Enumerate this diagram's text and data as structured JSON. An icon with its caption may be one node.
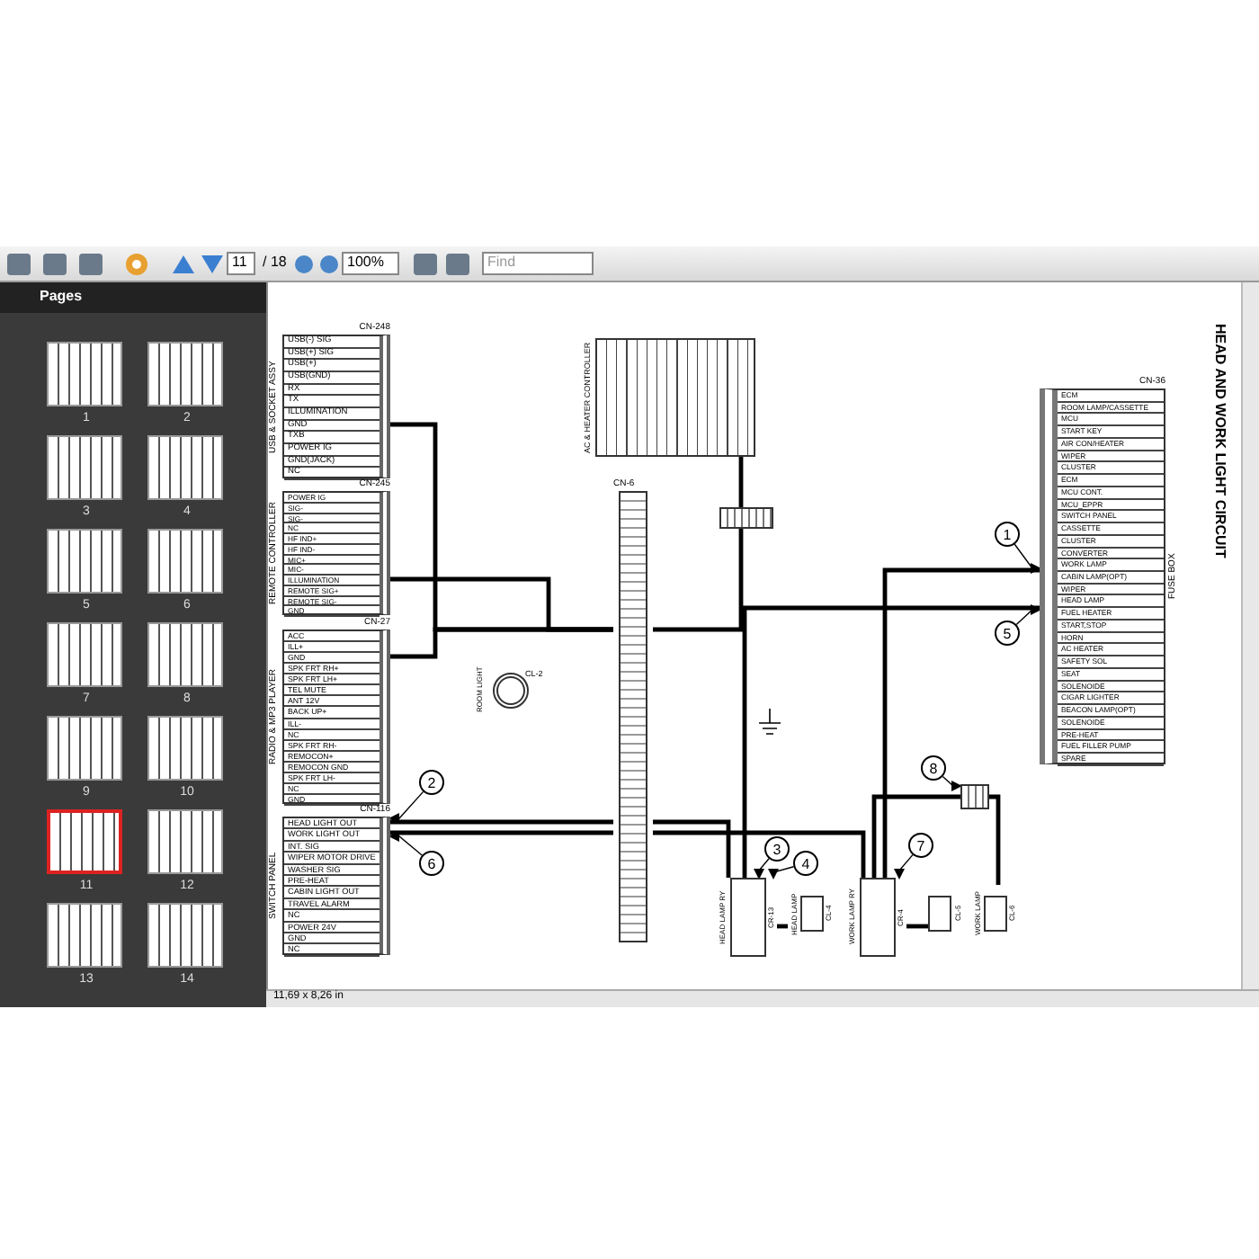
{
  "diagram": {
    "title": "HEAD AND WORK LIGHT CIRCUIT",
    "nodes": [
      {
        "text": [
          "CN-248",
          "USB & SOCKET ASSY",
          "USB(-) SIG",
          "USB(+) SIG",
          "USB(+)",
          "USB(GND)",
          "RX",
          "TX",
          "ILLUMINATION",
          "GND",
          "TXB",
          "POWER IG",
          "GND(JACK)",
          "NC"
        ]
      },
      {
        "text": [
          "CN-245",
          "REMOTE CONTROLLER",
          "POWER IG",
          "SIG-",
          "SIG-",
          "NC",
          "HF IND+",
          "HF IND-",
          "MIC+",
          "MIC-",
          "ILLUMINATION",
          "REMOTE SIG+",
          "REMOTE SIG-",
          "GND"
        ]
      },
      {
        "text": [
          "CN-27",
          "RADIO & MP3 PLAYER",
          "ACC",
          "ILL+",
          "GND",
          "SPK FRT RH+",
          "SPK FRT LH+",
          "TEL MUTE",
          "ANT 12V",
          "BACK UP+",
          "ILL-",
          "NC",
          "SPK FRT RH-",
          "REMOCON+",
          "REMOCON GND",
          "SPK FRT LH-",
          "NC",
          "GND"
        ]
      },
      {
        "text": [
          "CN-116",
          "SWITCH PANEL",
          "HEAD LIGHT OUT",
          "WORK LIGHT OUT",
          "INT. SIG",
          "WIPER MOTOR DRIVE",
          "WASHER SIG",
          "PRE-HEAT",
          "CABIN LIGHT OUT",
          "TRAVEL ALARM",
          "NC",
          "POWER 24V",
          "GND",
          "NC"
        ]
      },
      {
        "text": [
          "AC & HEATER CONTROLLER"
        ]
      },
      {
        "text": [
          "CN-6"
        ]
      },
      {
        "text": [],
        "shape": "box"
      },
      {
        "text": [
          "CL-2",
          "ROOM LIGHT"
        ]
      },
      {
        "text": [
          "CN-36",
          "FUSE BOX",
          "ECM",
          "ROOM LAMP/CASSETTE",
          "MCU",
          "START KEY",
          "AIR CON/HEATER",
          "WIPER",
          "CLUSTER",
          "ECM",
          "MCU CONT.",
          "MCU_EPPR",
          "SWITCH PANEL",
          "CASSETTE",
          "CLUSTER",
          "CONVERTER",
          "WORK LAMP",
          "CABIN LAMP(OPT)",
          "WIPER",
          "HEAD LAMP",
          "FUEL HEATER",
          "START,STOP",
          "HORN",
          "AC HEATER",
          "SAFETY SOL",
          "SEAT",
          "SOLENOIDE",
          "CIGAR LIGHTER",
          "BEACON LAMP(OPT)",
          "SOLENOIDE",
          "PRE-HEAT",
          "FUEL FILLER PUMP",
          "SPARE"
        ]
      },
      {
        "text": [
          "CR-13",
          "HEAD LAMP RY"
        ]
      },
      {
        "text": [
          "CL-4",
          "HEAD LAMP"
        ]
      },
      {
        "text": [
          "CR-4",
          "WORK LAMP RY"
        ]
      },
      {
        "text": [
          "CL-5"
        ]
      },
      {
        "text": [
          "CL-6",
          "WORK LAMP"
        ]
      },
      {
        "text": [],
        "shape": "box"
      },
      {
        "text": [
          "1"
        ]
      },
      {
        "text": [
          "5"
        ]
      },
      {
        "text": [
          "2"
        ]
      },
      {
        "text": [
          "6"
        ]
      },
      {
        "text": [
          "3"
        ]
      },
      {
        "text": [
          "4"
        ]
      },
      {
        "text": [
          "7"
        ]
      },
      {
        "text": [
          "8"
        ]
      }
    ],
    "edges": [
      {
        "from": 0,
        "to": 5,
        "arrow": "none"
      },
      {
        "from": 1,
        "to": 5,
        "arrow": "none"
      },
      {
        "from": 2,
        "to": 5,
        "arrow": "none"
      },
      {
        "from": 4,
        "to": 6,
        "arrow": "none"
      },
      {
        "from": 6,
        "to": 5,
        "arrow": "none"
      },
      {
        "from": 3,
        "to": 5,
        "arrow": "none"
      },
      {
        "from": 3,
        "to": 5,
        "arrow": "none"
      },
      {
        "from": 5,
        "to": 9,
        "arrow": "none"
      },
      {
        "from": 5,
        "to": 11,
        "arrow": "none"
      },
      {
        "from": 8,
        "to": 9,
        "arrow": "none"
      },
      {
        "from": 8,
        "to": 11,
        "arrow": "none"
      },
      {
        "from": 9,
        "to": 10,
        "arrow": "none"
      },
      {
        "from": 11,
        "to": 12,
        "arrow": "none"
      },
      {
        "from": 14,
        "to": 13,
        "arrow": "none"
      },
      {
        "from": 11,
        "to": 14,
        "arrow": "none"
      },
      {
        "from": 15,
        "to": 8,
        "arrow": "to"
      },
      {
        "from": 16,
        "to": 8,
        "arrow": "to"
      },
      {
        "from": 17,
        "to": 3,
        "arrow": "to"
      },
      {
        "from": 18,
        "to": 3,
        "arrow": "to"
      },
      {
        "from": 19,
        "to": 9,
        "arrow": "to"
      },
      {
        "from": 20,
        "to": 9,
        "arrow": "to"
      },
      {
        "from": 21,
        "to": 11,
        "arrow": "to"
      },
      {
        "from": 22,
        "to": 14,
        "arrow": "to"
      }
    ],
    "labels": [
      "11",
      "/ 18",
      "100%",
      "Find",
      "Pages",
      "1",
      "2",
      "3",
      "4",
      "5",
      "6",
      "7",
      "8",
      "9",
      "10",
      "11",
      "12",
      "13",
      "14",
      "11,69 x 8,26 in"
    ]
  }
}
